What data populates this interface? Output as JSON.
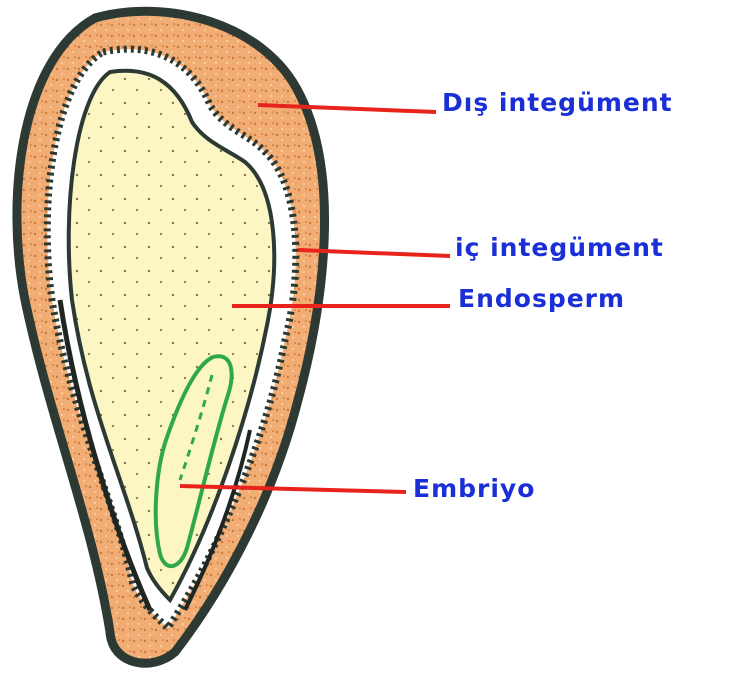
{
  "labels": {
    "dis_integument": "Dış integüment",
    "ic_integument": "iç integüment",
    "endosperm": "Endosperm",
    "embriyo": "Embriyo"
  },
  "colors": {
    "label_text": "#1a2fd6",
    "leader_line": "#e8231c",
    "outer_coat": "#f2ad74",
    "outline": "#2c3a33",
    "endosperm_fill": "#fbf6c4",
    "embryo_outline": "#2fa84a"
  }
}
